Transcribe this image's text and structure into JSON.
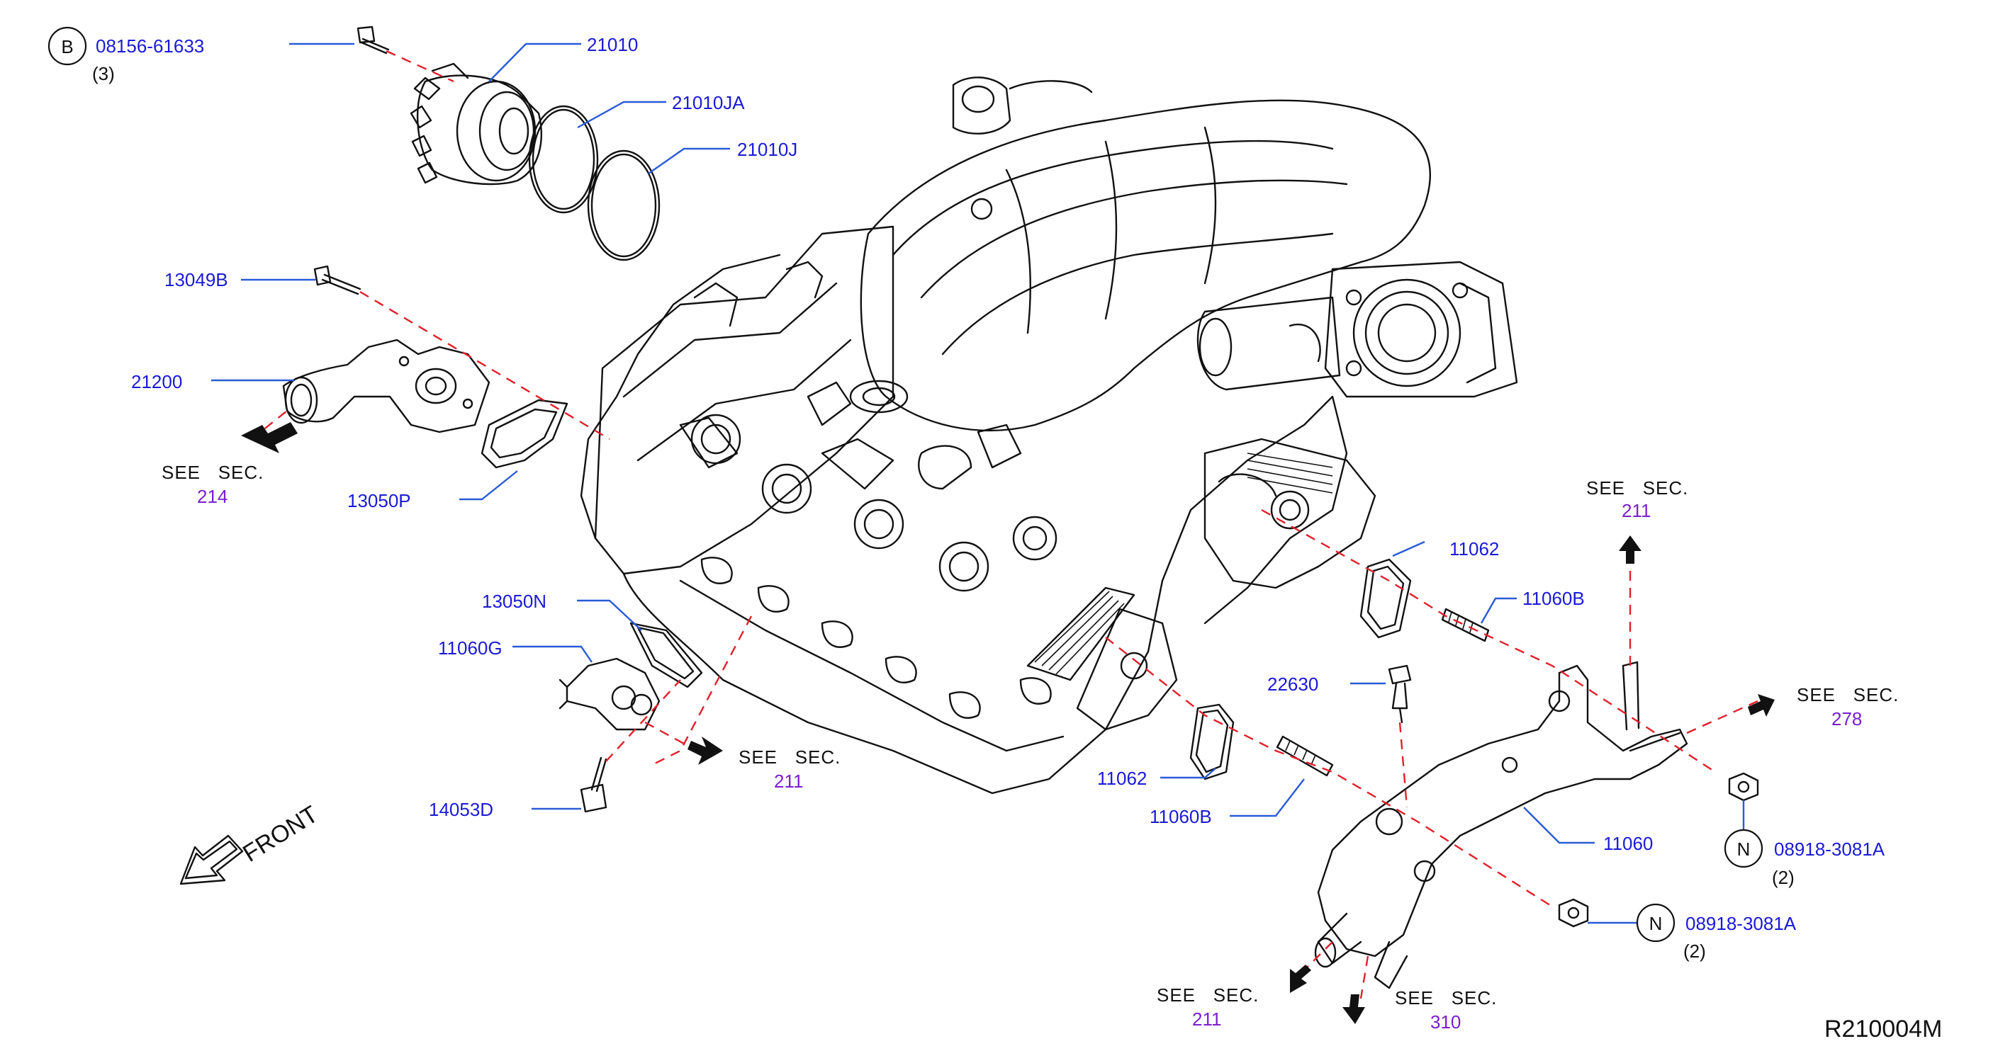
{
  "diagram": {
    "reference_code": "R210004M",
    "front_label": "FRONT",
    "see_label": "SEE   SEC.",
    "parts": {
      "p08156_61633": "08156-61633",
      "p21010": "21010",
      "p21010JA": "21010JA",
      "p21010J": "21010J",
      "p13049B": "13049B",
      "p21200": "21200",
      "p13050P": "13050P",
      "p13050N": "13050N",
      "p11060G": "11060G",
      "p14053D": "14053D",
      "p11062_upper": "11062",
      "p11060B_upper": "11060B",
      "p22630": "22630",
      "p11062_lower": "11062",
      "p11060B_lower": "11060B",
      "p11060": "11060",
      "p08918_right": "08918-3081A",
      "p08918_lower": "08918-3081A"
    },
    "symbols": {
      "b": "B",
      "n_right": "N",
      "n_lower": "N"
    },
    "quantities": {
      "q_bolt": "(3)",
      "q_nut_right": "(2)",
      "q_nut_lower": "(2)"
    },
    "sections": {
      "sec_214": "214",
      "sec_211_mid": "211",
      "sec_211_top": "211",
      "sec_278": "278",
      "sec_211_bottom": "211",
      "sec_310": "310"
    }
  }
}
